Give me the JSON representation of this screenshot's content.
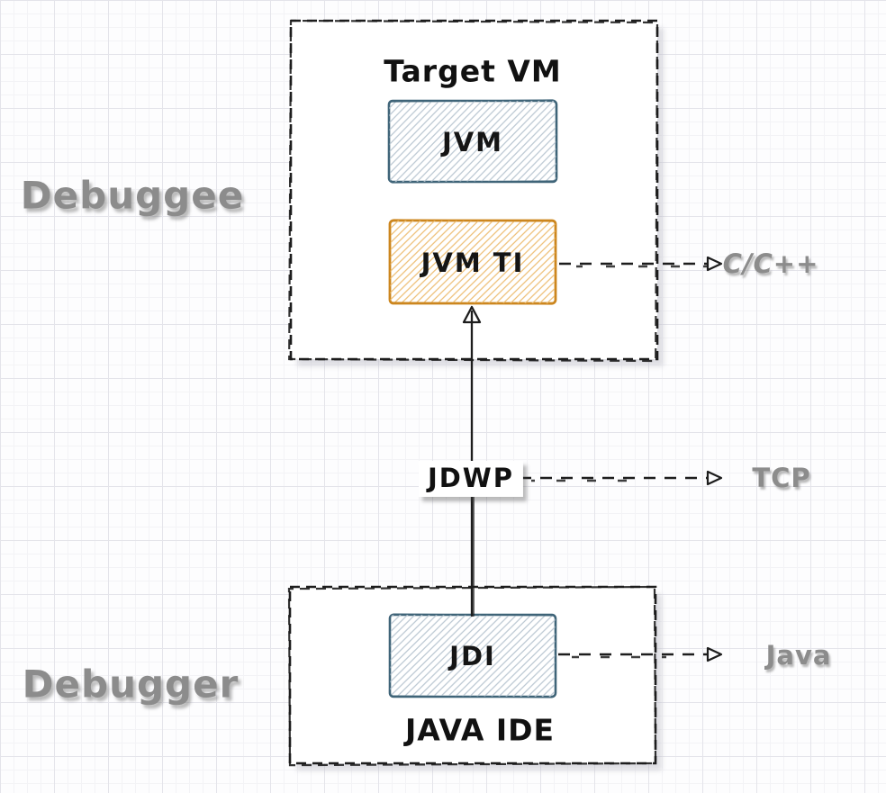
{
  "diagram": {
    "left_labels": {
      "debuggee": "Debuggee",
      "debugger": "Debugger"
    },
    "target_vm": {
      "title": "Target VM",
      "jvm": "JVM",
      "jvm_ti": "JVM TI"
    },
    "java_ide": {
      "title": "JAVA IDE",
      "jdi": "JDI"
    },
    "jdwp": "JDWP",
    "endpoints": {
      "cpp": "C/C++",
      "tcp": "TCP",
      "java": "Java"
    },
    "connections": [
      {
        "from": "JVM TI",
        "to": "C/C++",
        "style": "dashed"
      },
      {
        "from": "JDWP",
        "to": "TCP",
        "style": "dashed"
      },
      {
        "from": "JDI",
        "to": "Java",
        "style": "dashed"
      },
      {
        "from": "JDI",
        "to": "JVM TI",
        "style": "solid",
        "label": "JDWP"
      }
    ],
    "colors": {
      "stroke": "#1d1d1d",
      "blue_border": "#3f6478",
      "blue_hatch": "#b9c6d1",
      "orange_border": "#cc861e",
      "orange_hatch": "#edbd72",
      "gray_text": "#8c8c8c"
    }
  }
}
